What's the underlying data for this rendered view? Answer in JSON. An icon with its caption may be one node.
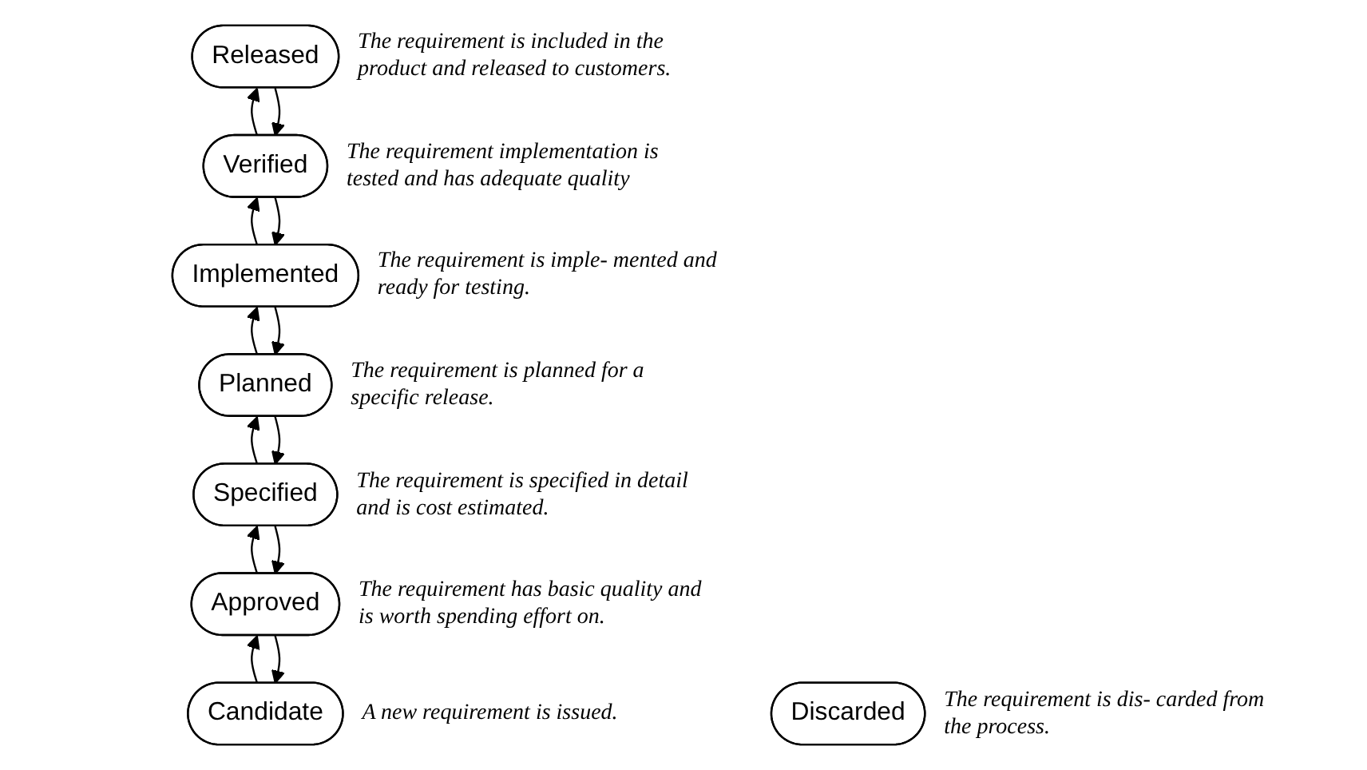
{
  "diagram": {
    "nodes": [
      {
        "text": [
          "Candidate"
        ],
        "beside": [
          "A new requirement is issued."
        ]
      },
      {
        "text": [
          "Approved"
        ],
        "beside": [
          "The requirement has basic quality and is worth spending effort on."
        ]
      },
      {
        "text": [
          "Specified"
        ],
        "beside": [
          "The requirement is specified in detail and is cost estimated."
        ]
      },
      {
        "text": [
          "Planned"
        ],
        "beside": [
          "The requirement is planned for a specific release."
        ]
      },
      {
        "text": [
          "Implemented"
        ],
        "beside": [
          "The requirement is imple- mented and ready for testing."
        ]
      },
      {
        "text": [
          "Verified"
        ],
        "beside": [
          "The requirement implementation is tested and has adequate quality"
        ]
      },
      {
        "text": [
          "Released"
        ],
        "beside": [
          "The requirement is included in the product and released to customers."
        ]
      },
      {
        "text": [
          "Discarded"
        ],
        "beside": [
          "The requirement is dis- carded from the process."
        ]
      }
    ],
    "edges": [
      {
        "from": 0,
        "to": 1,
        "arrow": "to"
      },
      {
        "from": 1,
        "to": 0,
        "arrow": "to"
      },
      {
        "from": 1,
        "to": 2,
        "arrow": "to"
      },
      {
        "from": 2,
        "to": 1,
        "arrow": "to"
      },
      {
        "from": 2,
        "to": 3,
        "arrow": "to"
      },
      {
        "from": 3,
        "to": 2,
        "arrow": "to"
      },
      {
        "from": 3,
        "to": 4,
        "arrow": "to"
      },
      {
        "from": 4,
        "to": 3,
        "arrow": "to"
      },
      {
        "from": 4,
        "to": 5,
        "arrow": "to"
      },
      {
        "from": 5,
        "to": 4,
        "arrow": "to"
      },
      {
        "from": 5,
        "to": 6,
        "arrow": "to"
      },
      {
        "from": 6,
        "to": 5,
        "arrow": "to"
      }
    ]
  }
}
